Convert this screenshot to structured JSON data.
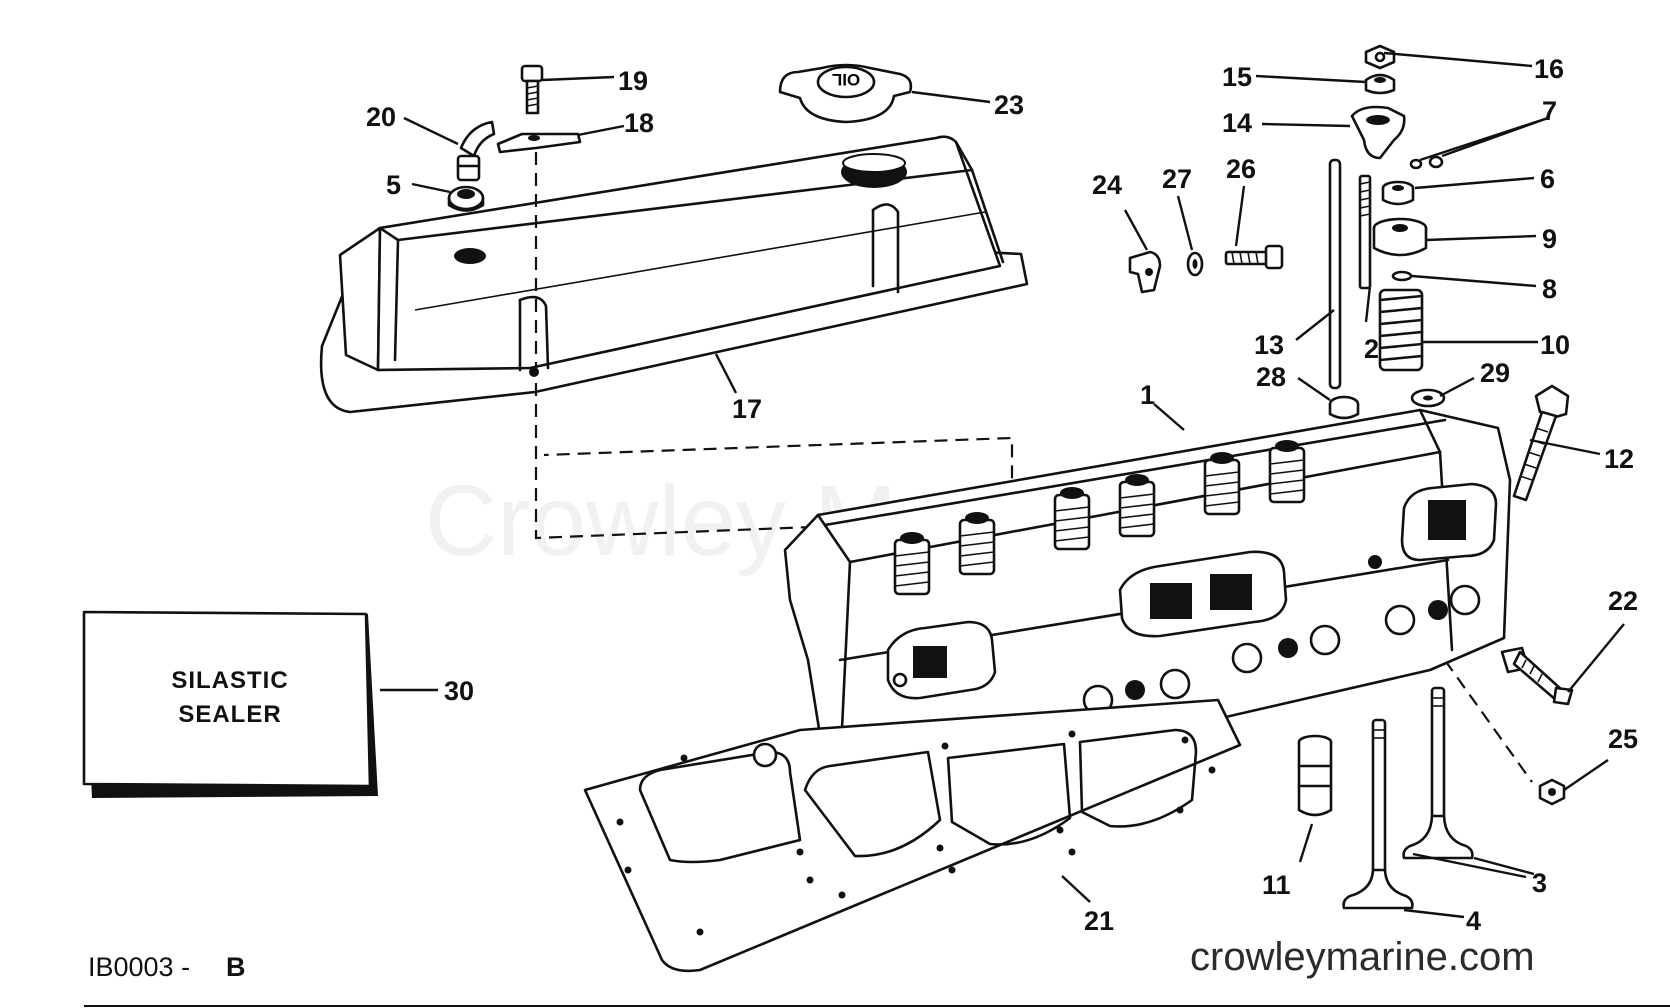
{
  "watermark": "Crowley Marine",
  "website": "crowleymarine.com",
  "drawing_code": "IB0003 -",
  "drawing_code_suffix": "B",
  "oil_cap_text": "OIL",
  "sealer_box": {
    "line1": "SILASTIC",
    "line2": "SEALER"
  },
  "callouts": {
    "c1": "1",
    "c2": "2",
    "c3": "3",
    "c4": "4",
    "c5": "5",
    "c6": "6",
    "c7": "7",
    "c8": "8",
    "c9": "9",
    "c10": "10",
    "c11": "11",
    "c12": "12",
    "c13": "13",
    "c14": "14",
    "c15": "15",
    "c16": "16",
    "c17": "17",
    "c18": "18",
    "c19": "19",
    "c20": "20",
    "c21": "21",
    "c22": "22",
    "c23": "23",
    "c24": "24",
    "c25": "25",
    "c26": "26",
    "c27": "27",
    "c28": "28",
    "c29": "29",
    "c30": "30"
  }
}
